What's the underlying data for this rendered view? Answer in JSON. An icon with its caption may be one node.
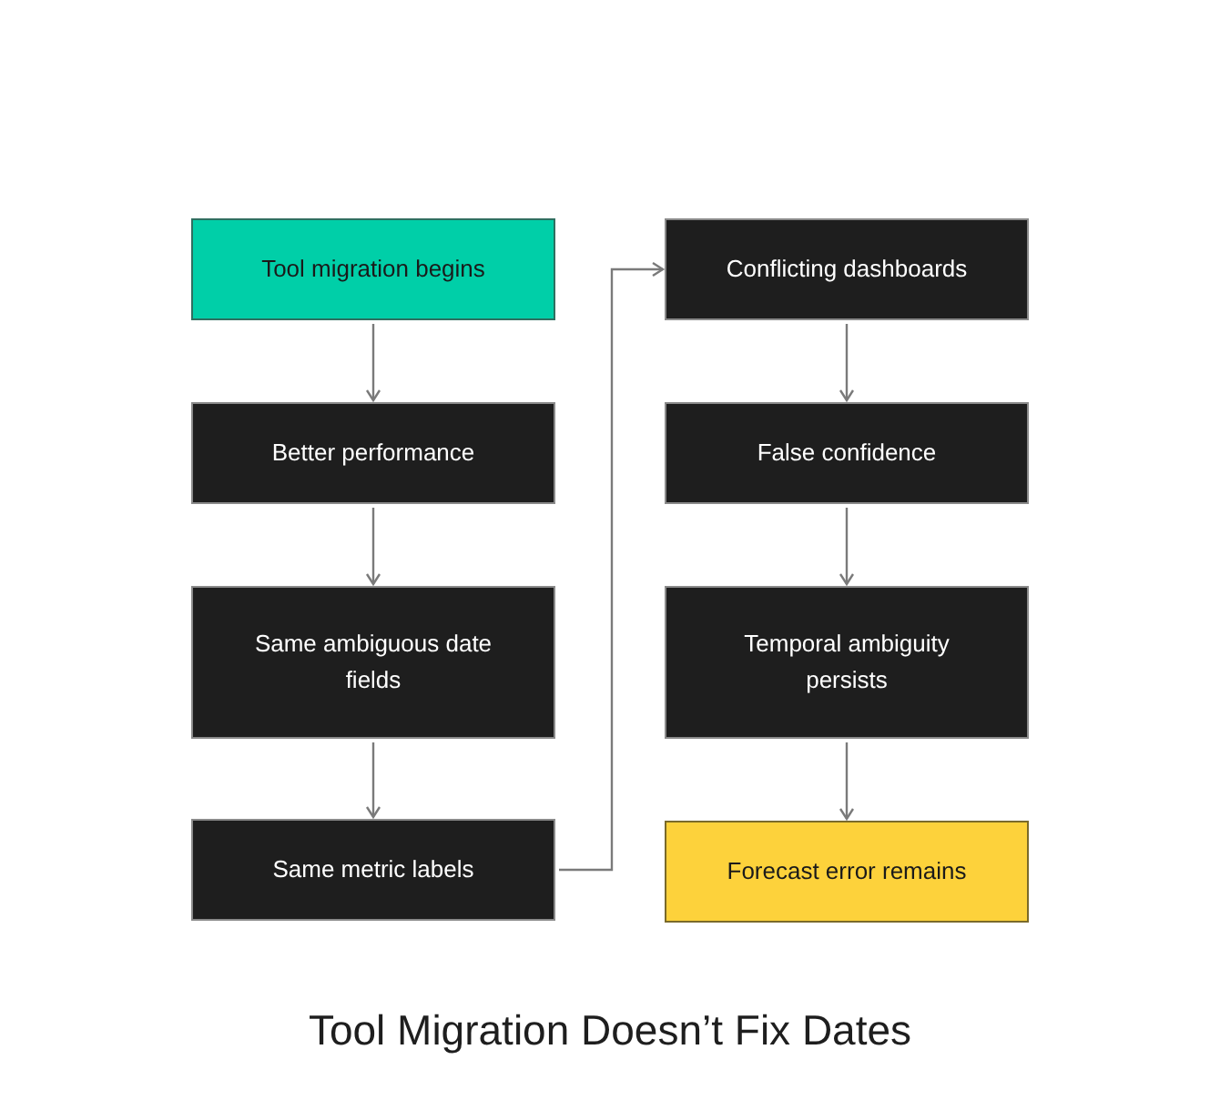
{
  "diagram": {
    "title": "Tool Migration Doesn’t Fix Dates",
    "nodes": [
      {
        "text": [
          "Tool migration begins"
        ]
      },
      {
        "text": [
          "Better performance"
        ]
      },
      {
        "text": [
          "Same ambiguous date fields"
        ]
      },
      {
        "text": [
          "Same metric labels"
        ]
      },
      {
        "text": [
          "Conflicting dashboards"
        ]
      },
      {
        "text": [
          "False confidence"
        ]
      },
      {
        "text": [
          "Temporal ambiguity persists"
        ]
      },
      {
        "text": [
          "Forecast error remains"
        ]
      }
    ],
    "edges": [
      {
        "from": 0,
        "to": 1,
        "arrow": "to"
      },
      {
        "from": 1,
        "to": 2,
        "arrow": "to"
      },
      {
        "from": 2,
        "to": 3,
        "arrow": "to"
      },
      {
        "from": 3,
        "to": 4,
        "arrow": "to"
      },
      {
        "from": 4,
        "to": 5,
        "arrow": "to"
      },
      {
        "from": 5,
        "to": 6,
        "arrow": "to"
      },
      {
        "from": 6,
        "to": 7,
        "arrow": "to"
      }
    ]
  }
}
